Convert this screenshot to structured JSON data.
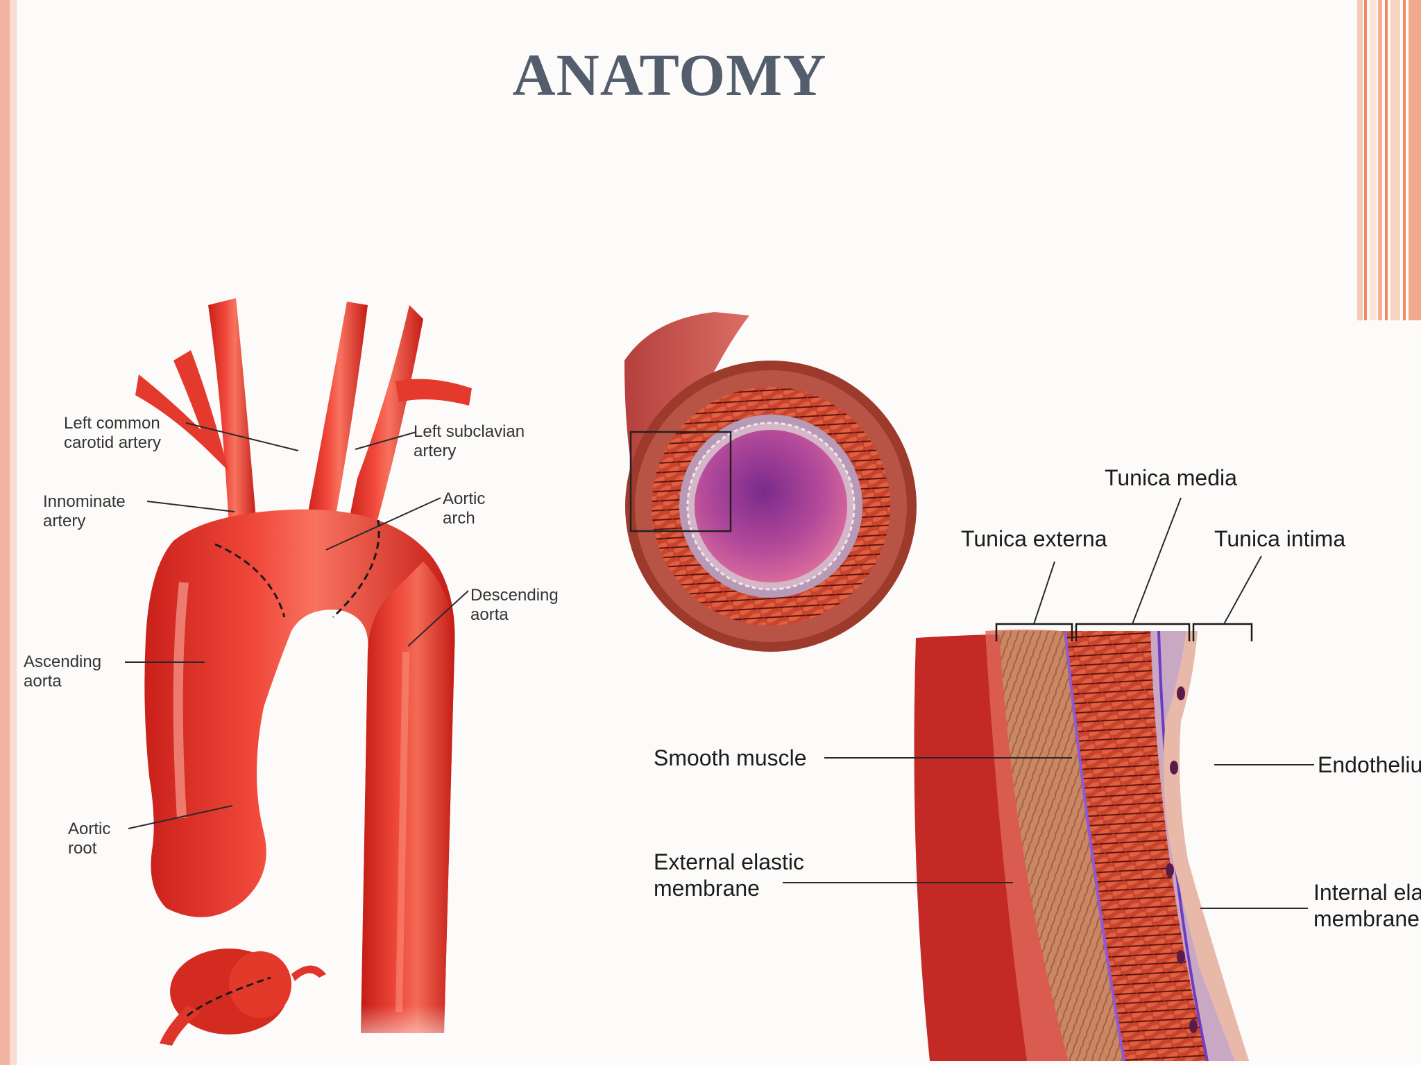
{
  "slide": {
    "title": "ANATOMY",
    "accent_colors": {
      "border": "#f2b3a0",
      "stripe": "#f08a62",
      "title": "#545d6b"
    }
  },
  "aorta_figure": {
    "labels": {
      "left_common_carotid": [
        "Left common",
        "carotid artery"
      ],
      "left_subclavian": [
        "Left subclavian",
        "artery"
      ],
      "innominate": [
        "Innominate",
        "artery"
      ],
      "aortic_arch": [
        "Aortic",
        "arch"
      ],
      "descending_aorta": [
        "Descending",
        "aorta"
      ],
      "ascending_aorta": [
        "Ascending",
        "aorta"
      ],
      "aortic_root": [
        "Aortic",
        "root"
      ]
    },
    "vessel_color": "#e8352a"
  },
  "wall_figure": {
    "labels": {
      "tunica_media": "Tunica media",
      "tunica_externa": "Tunica externa",
      "tunica_intima": "Tunica intima",
      "smooth_muscle": "Smooth muscle",
      "endothelium": "Endothelium",
      "external_elastic": [
        "External elastic",
        "membrane"
      ],
      "internal_elastic": [
        "Internal elastic",
        "membrane"
      ]
    },
    "lumen_color": "#8a3a8e"
  }
}
